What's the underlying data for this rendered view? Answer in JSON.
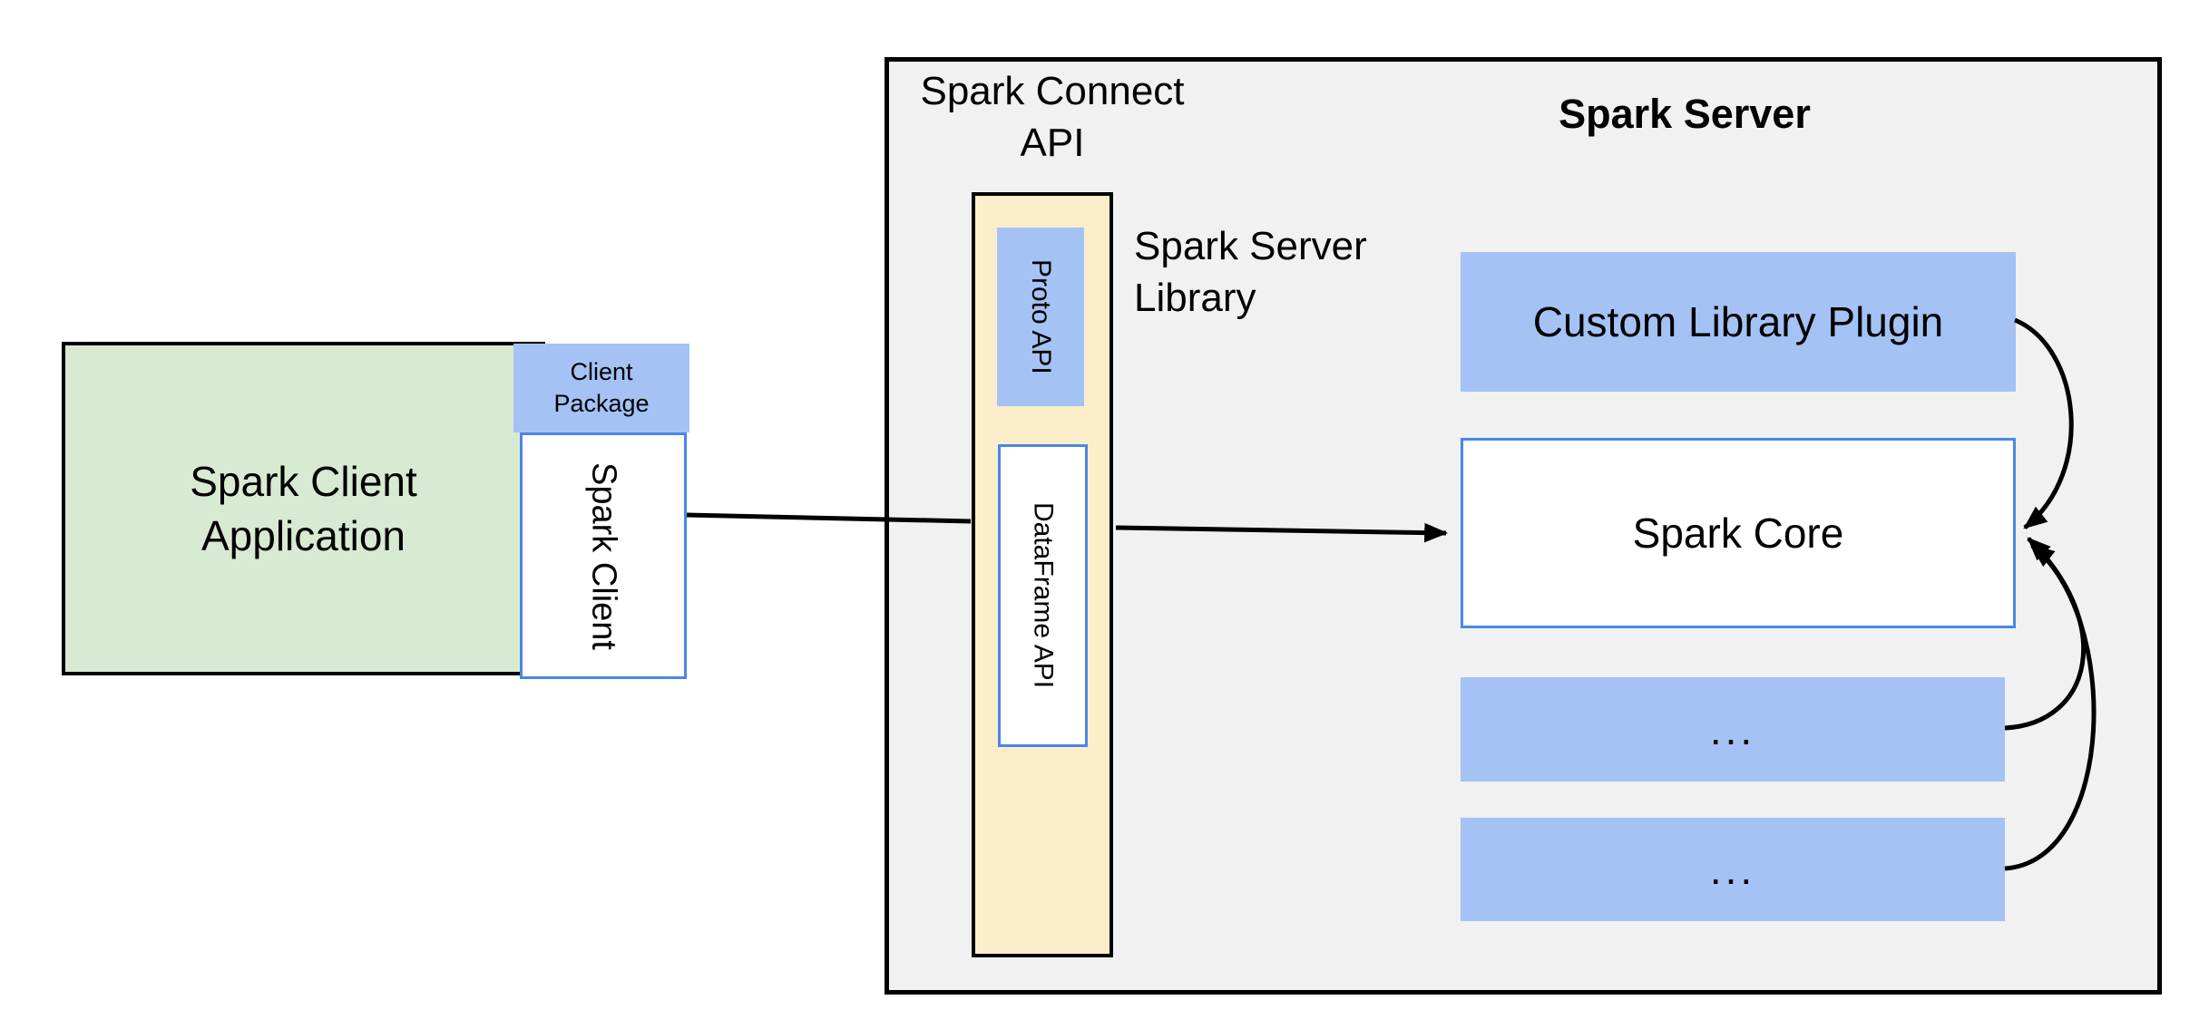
{
  "colors": {
    "blue_fill": "#a4c2f4",
    "blue_border": "#4a86e8",
    "green_fill": "#d9ead3",
    "yellow_fill": "#fdeecb",
    "gray_fill": "#f1f1f2",
    "box_border": "#000000",
    "text": "#000000",
    "arrow": "#000000"
  },
  "client": {
    "app_line1": "Spark Client",
    "app_line2": "Application",
    "package_line1": "Client",
    "package_line2": "Package",
    "spark_client": "Spark Client"
  },
  "connect_api": {
    "label_line1": "Spark Connect",
    "label_line2": "API",
    "proto": "Proto API",
    "dataframe": "DataFrame API"
  },
  "server_library": {
    "line1": "Spark Server",
    "line2": "Library"
  },
  "server": {
    "title": "Spark Server",
    "plugin": "Custom Library Plugin",
    "core": "Spark Core",
    "more1": "...",
    "more2": "..."
  }
}
